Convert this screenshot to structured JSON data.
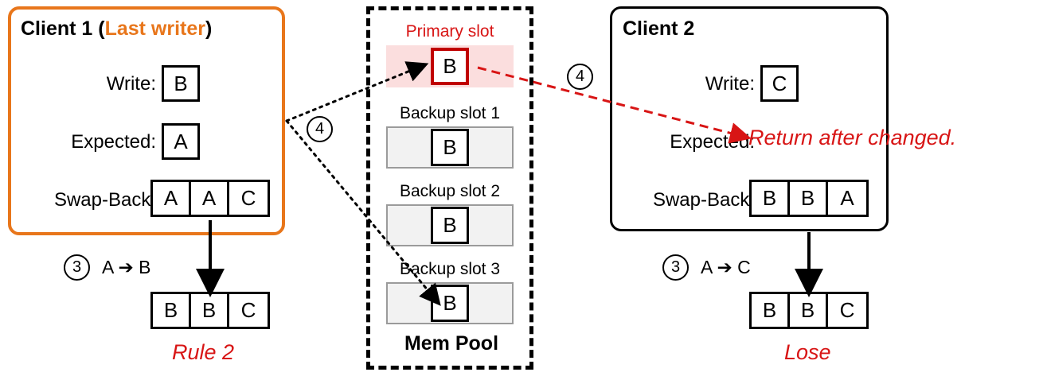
{
  "client1": {
    "title_prefix": "Client 1 (",
    "title_highlight": "Last writer",
    "title_suffix": ")",
    "rows": [
      {
        "label": "Write:",
        "value": "B"
      },
      {
        "label": "Expected:",
        "value": "A"
      },
      {
        "label": "Swap-Back:",
        "values": [
          "A",
          "A",
          "C"
        ]
      }
    ],
    "step_number": "3",
    "step_text": "A ➔ B",
    "result_values": [
      "B",
      "B",
      "C"
    ],
    "caption": "Rule 2",
    "arrow_label": "4"
  },
  "client2": {
    "title": "Client 2",
    "rows": [
      {
        "label": "Write:",
        "value": "C"
      },
      {
        "label": "Expected:",
        "value": ""
      },
      {
        "label": "Swap-Back:",
        "values": [
          "B",
          "B",
          "A"
        ]
      }
    ],
    "step_number": "3",
    "step_text": "A ➔ C",
    "result_values": [
      "B",
      "B",
      "C"
    ],
    "caption": "Lose",
    "return_note": "Return after changed.",
    "arrow_label": "4"
  },
  "mempool": {
    "label": "Mem Pool",
    "slots": [
      {
        "title": "Primary slot",
        "value": "B"
      },
      {
        "title": "Backup slot 1",
        "value": "B"
      },
      {
        "title": "Backup slot 2",
        "value": "B"
      },
      {
        "title": "Backup slot 3",
        "value": "B"
      }
    ]
  },
  "colors": {
    "client1_border": "#e8761b",
    "primary_red": "#c00000",
    "caption_red": "#d81515",
    "slot_gray": "#f2f2f2"
  }
}
